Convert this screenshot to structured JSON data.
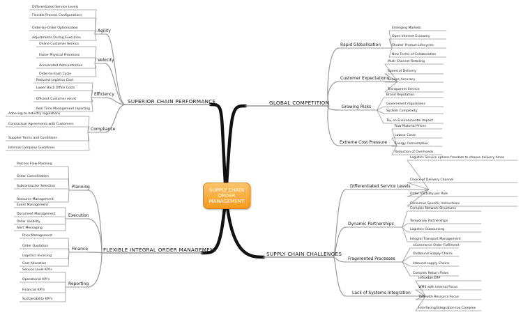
{
  "central": {
    "label": "SUPPLY CHAIN\nORDER\nMANAGEMENT",
    "fill": "#f7a93a"
  },
  "colors": {
    "branch": "#111111",
    "line": "#999999"
  },
  "branches": [
    {
      "label": "SUPERIOR CHAIN PERFORMANCE",
      "children": [
        {
          "label": "Agility",
          "leaves": [
            "Differentiated Service Levels",
            "Flexible Process Configurations",
            "Order-by-Order Optimisation",
            "Adjustments During Execution"
          ]
        },
        {
          "label": "Velocity",
          "leaves": [
            "Online Customer Service",
            "Faster Physical Processes",
            "Accelerated Administration",
            "Order-to-Cash Cycle"
          ]
        },
        {
          "label": "Efficiency",
          "leaves": [
            "Reduced Logistics Cost",
            "Lower Back Office Costs",
            "Efficient Customer servic",
            "Real Time Management reporting"
          ]
        },
        {
          "label": "Compliance",
          "leaves": [
            "Adhering to Industry regulations",
            "Contractual Agreements with Customers",
            "Supplier Terms and Conditions",
            "Internal Company Guidelines"
          ]
        }
      ]
    },
    {
      "label": "GLOBAL COMPETITION",
      "children": [
        {
          "label": "Rapid Globalisation",
          "leaves": [
            "Emerging Markets",
            "Open Internet Economy",
            "Shorter Product Lifecycles",
            "New Forms of Collaboration"
          ]
        },
        {
          "label": "Customer Expectations",
          "leaves": [
            "Multi Channel Retailing",
            "Speed of Delivery",
            "Service Accuracy",
            "Transparent Service"
          ]
        },
        {
          "label": "Growing Risks",
          "leaves": [
            "Brand Reputation",
            "Government regulations",
            "System Complexity",
            "Tax on Environmental Impact"
          ]
        },
        {
          "label": "Extreme Cost Pressure",
          "leaves": [
            "Raw Material Prices",
            "Labour Costs",
            "Energy Consumption",
            "Reduction of Overheads"
          ]
        }
      ]
    },
    {
      "label": "FLEXIBLE INTEGRAL ORDER MANAGEMENT",
      "children": [
        {
          "label": "Planning",
          "leaves": [
            "Process Flow Planning",
            "Order Consolidation",
            "Subcontractor Selection",
            "Resource Management"
          ]
        },
        {
          "label": "Execution",
          "leaves": [
            "Event Management",
            "Document Management",
            "Order Visibility",
            "Alert Messaging"
          ]
        },
        {
          "label": "Finance",
          "leaves": [
            "Price Management",
            "Order Quotation",
            "Logistics Invoicing",
            "Cost Allocation"
          ]
        },
        {
          "label": "Reporting",
          "leaves": [
            "Service Level KPI's",
            "Operational KPI's",
            "Financial KPI's",
            "Sustainability KPI's"
          ]
        }
      ]
    },
    {
      "label": "SUPPLY CHAIN CHALLENGES",
      "children": [
        {
          "label": "Differentiated Service Levels",
          "leaves": [
            "Logistics Service options freedom to choose delivery times",
            "Choice of Delivery Channel",
            "Order Visibility per Role",
            "Consumer Specific Instructions"
          ]
        },
        {
          "label": "Dynamic Partnerships",
          "leaves": [
            "Complex Network Structures",
            "Temporary Partnerships",
            "Logistics Outsourcing",
            "Integral Transport Management"
          ]
        },
        {
          "label": "Fragmented Processes",
          "leaves": [
            "eCommerce Order Fulfilment",
            "Outbound Supply Chains",
            "Inbound supply Chains",
            "Complex Return Flows"
          ]
        },
        {
          "label": "Lack of Systems Integration",
          "leaves": [
            "Inflexible ERP",
            "WMS with Internal Focus",
            "TMS with Resource Focus",
            "Interfacing/Integration too Complex"
          ]
        }
      ]
    }
  ]
}
